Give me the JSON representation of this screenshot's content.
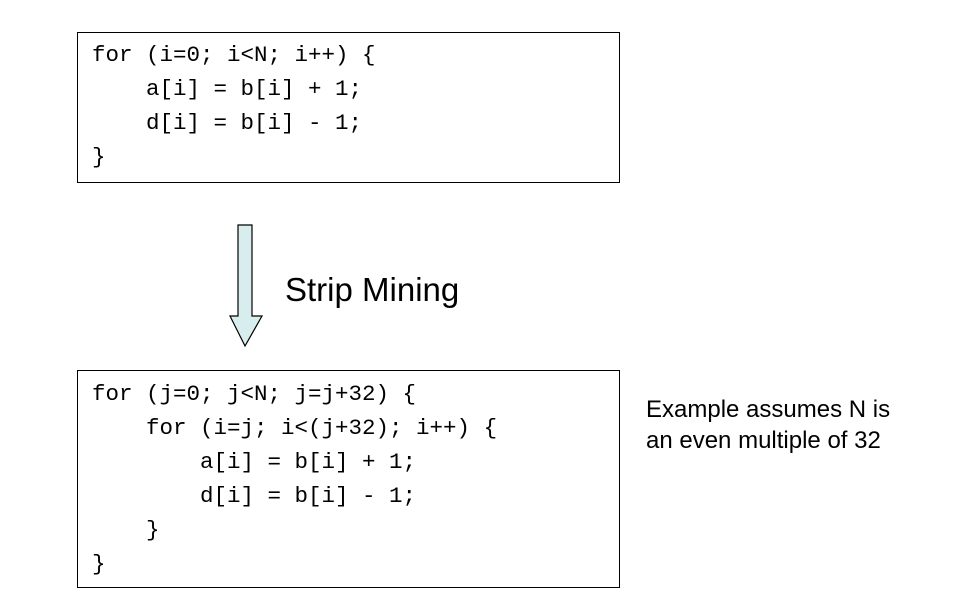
{
  "original_code": {
    "lines": [
      "for (i=0; i<N; i++) {",
      "    a[i] = b[i] + 1;",
      "    d[i] = b[i] - 1;",
      "}"
    ]
  },
  "transformation": {
    "label": "Strip Mining",
    "arrow_fill": "#d8eeee",
    "arrow_stroke": "#000000"
  },
  "transformed_code": {
    "lines": [
      "for (j=0; j<N; j=j+32) {",
      "    for (i=j; i<(j+32); i++) {",
      "        a[i] = b[i] + 1;",
      "        d[i] = b[i] - 1;",
      "    }",
      "}"
    ]
  },
  "note": {
    "line1": "Example assumes N is",
    "line2": "an even multiple of 32"
  }
}
